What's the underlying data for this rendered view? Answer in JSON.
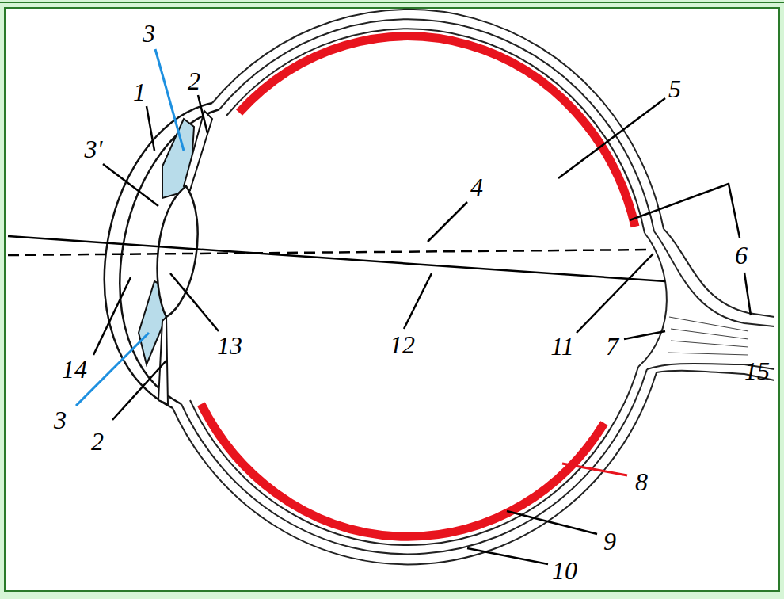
{
  "diagram": {
    "labels": [
      "3",
      "2",
      "1",
      "3'",
      "5",
      "4",
      "6",
      "14",
      "13",
      "12",
      "11",
      "7",
      "15",
      "3",
      "2",
      "8",
      "9",
      "10"
    ]
  }
}
